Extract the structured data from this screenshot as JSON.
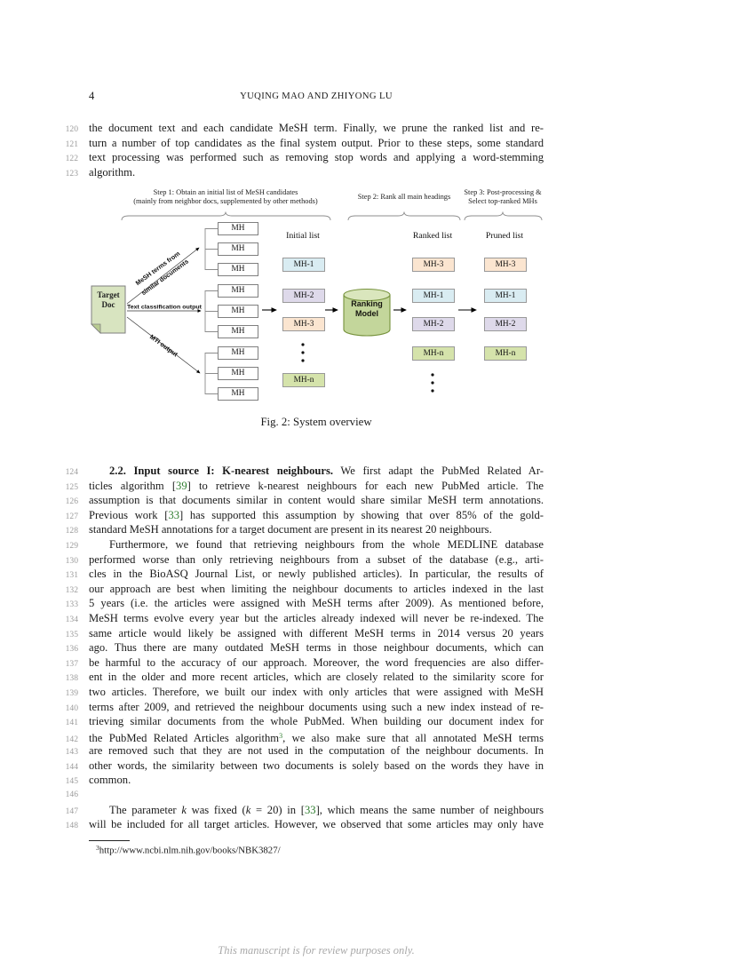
{
  "header": {
    "page_number": "4",
    "running_title": "YUQING MAO AND ZHIYONG LU"
  },
  "body": {
    "para1": [
      {
        "n": "120",
        "seg": [
          {
            "t": "the document text and each candidate MeSH term. Finally, we prune the ranked list and re-"
          }
        ]
      },
      {
        "n": "121",
        "seg": [
          {
            "t": "turn a number of top candidates as the final system output. Prior to these steps, some standard"
          }
        ]
      },
      {
        "n": "122",
        "seg": [
          {
            "t": "text processing was performed such as removing stop words and applying a word-stemming"
          }
        ]
      },
      {
        "n": "123",
        "end": true,
        "seg": [
          {
            "t": "algorithm."
          }
        ]
      }
    ],
    "para2": [
      {
        "n": "124",
        "indent": true,
        "seg": [
          {
            "t": "2.2. Input source I: K-nearest neighbours.",
            "s": "b"
          },
          {
            "t": " We first adapt the PubMed Related Ar-"
          }
        ]
      },
      {
        "n": "125",
        "seg": [
          {
            "t": "ticles algorithm ["
          },
          {
            "t": "39",
            "s": "g"
          },
          {
            "t": "] to retrieve k-nearest neighbours for each new PubMed article. The"
          }
        ]
      },
      {
        "n": "126",
        "seg": [
          {
            "t": "assumption is that documents similar in content would share similar MeSH term annotations."
          }
        ]
      },
      {
        "n": "127",
        "seg": [
          {
            "t": "Previous work ["
          },
          {
            "t": "33",
            "s": "g"
          },
          {
            "t": "] has supported this assumption by showing that over 85% of the gold-"
          }
        ]
      },
      {
        "n": "128",
        "end": true,
        "seg": [
          {
            "t": "standard MeSH annotations for a target document are present in its nearest 20 neighbours."
          }
        ]
      },
      {
        "n": "129",
        "indent": true,
        "seg": [
          {
            "t": "Furthermore, we found that retrieving neighbours from the whole MEDLINE database"
          }
        ]
      },
      {
        "n": "130",
        "seg": [
          {
            "t": "performed worse than only retrieving neighbours from a subset of the database (e.g., arti-"
          }
        ]
      },
      {
        "n": "131",
        "seg": [
          {
            "t": "cles in the BioASQ Journal List, or newly published articles). In particular, the results of"
          }
        ]
      },
      {
        "n": "132",
        "seg": [
          {
            "t": "our approach are best when limiting the neighbour documents to articles indexed in the last"
          }
        ]
      },
      {
        "n": "133",
        "seg": [
          {
            "t": "5 years (i.e. the articles were assigned with MeSH terms after 2009). As mentioned before,"
          }
        ]
      },
      {
        "n": "134",
        "seg": [
          {
            "t": "MeSH terms evolve every year but the articles already indexed will never be re-indexed. The"
          }
        ]
      },
      {
        "n": "135",
        "seg": [
          {
            "t": "same article would likely be assigned with different MeSH terms in 2014 versus 20 years"
          }
        ]
      },
      {
        "n": "136",
        "seg": [
          {
            "t": "ago. Thus there are many outdated MeSH terms in those neighbour documents, which can"
          }
        ]
      },
      {
        "n": "137",
        "seg": [
          {
            "t": "be harmful to the accuracy of our approach. Moreover, the word frequencies are also differ-"
          }
        ]
      },
      {
        "n": "138",
        "seg": [
          {
            "t": "ent in the older and more recent articles, which are closely related to the similarity score for"
          }
        ]
      },
      {
        "n": "139",
        "seg": [
          {
            "t": "two articles. Therefore, we built our index with only articles that were assigned with MeSH"
          }
        ]
      },
      {
        "n": "140",
        "seg": [
          {
            "t": "terms after 2009, and retrieved the neighbour documents using such a new index instead of re-"
          }
        ]
      },
      {
        "n": "141",
        "seg": [
          {
            "t": "trieving similar documents from the whole PubMed. When building our document index for"
          }
        ]
      },
      {
        "n": "142",
        "seg": [
          {
            "t": "the PubMed Related Articles algorithm"
          },
          {
            "t": "3",
            "s": "sup"
          },
          {
            "t": ", we also make sure that all annotated MeSH terms"
          }
        ]
      },
      {
        "n": "143",
        "seg": [
          {
            "t": "are removed such that they are not used in the computation of the neighbour documents. In"
          }
        ]
      },
      {
        "n": "144",
        "seg": [
          {
            "t": "other words, the similarity between two documents is solely based on the words they have in"
          }
        ]
      },
      {
        "n": "145",
        "end": true,
        "seg": [
          {
            "t": "common."
          }
        ]
      },
      {
        "n": "146",
        "end": true,
        "seg": [
          {
            "t": ""
          }
        ]
      },
      {
        "n": "147",
        "indent": true,
        "seg": [
          {
            "t": "The parameter "
          },
          {
            "t": "k",
            "s": "i"
          },
          {
            "t": " was fixed ("
          },
          {
            "t": "k",
            "s": "i"
          },
          {
            "t": " = 20) in ["
          },
          {
            "t": "33",
            "s": "g"
          },
          {
            "t": "], which means the same number of neighbours"
          }
        ]
      },
      {
        "n": "148",
        "seg": [
          {
            "t": "will be included for all target articles. However, we observed that some articles may only have"
          }
        ]
      }
    ]
  },
  "figure": {
    "caption": "Fig. 2: System overview",
    "steps": {
      "step1_line1": "Step 1: Obtain an initial list of MeSH candidates",
      "step1_line2": "(mainly from neighbor docs, supplemented by other methods)",
      "step2": "Step 2: Rank all main headings",
      "step3_line1": "Step 3: Post-processing &",
      "step3_line2": "Select top-ranked MHs"
    },
    "target_doc_line1": "Target",
    "target_doc_line2": "Doc",
    "arrows": {
      "similar_line1": "MeSH terms from",
      "similar_line2": "similar documents",
      "text_classification": "Text classification output",
      "mti": "MTI output"
    },
    "mh_label": "MH",
    "ranking_model_line1": "Ranking",
    "ranking_model_line2": "Model",
    "columns": {
      "initial": {
        "title": "Initial list",
        "items": [
          {
            "label": "MH-1",
            "color": "#d9ecf2"
          },
          {
            "label": "MH-2",
            "color": "#ded9ea"
          },
          {
            "label": "MH-3",
            "color": "#fbe5d0"
          },
          {
            "label": "MH-n",
            "color": "#d5e3ab"
          }
        ]
      },
      "ranked": {
        "title": "Ranked list",
        "items": [
          {
            "label": "MH-3",
            "color": "#fbe5d0"
          },
          {
            "label": "MH-1",
            "color": "#d9ecf2"
          },
          {
            "label": "MH-2",
            "color": "#ded9ea"
          },
          {
            "label": "MH-n",
            "color": "#d5e3ab"
          }
        ]
      },
      "pruned": {
        "title": "Pruned list",
        "items": [
          {
            "label": "MH-3",
            "color": "#fbe5d0"
          },
          {
            "label": "MH-1",
            "color": "#d9ecf2"
          },
          {
            "label": "MH-2",
            "color": "#ded9ea"
          },
          {
            "label": "MH-n",
            "color": "#d5e3ab"
          }
        ]
      }
    },
    "colors": {
      "doc_fill": "#d8e4c0",
      "doc_fold": "#b9cb92",
      "cylinder_fill": "#c3d69b",
      "cylinder_top": "#dae6bd",
      "cylinder_border": "#76923c",
      "box_border": "#7f7f7f",
      "citation_green": "#2e7d2e"
    }
  },
  "footnote": {
    "marker": "3",
    "url": "http://www.ncbi.nlm.nih.gov/books/NBK3827/"
  },
  "footer": {
    "text": "This manuscript is for review purposes only."
  }
}
